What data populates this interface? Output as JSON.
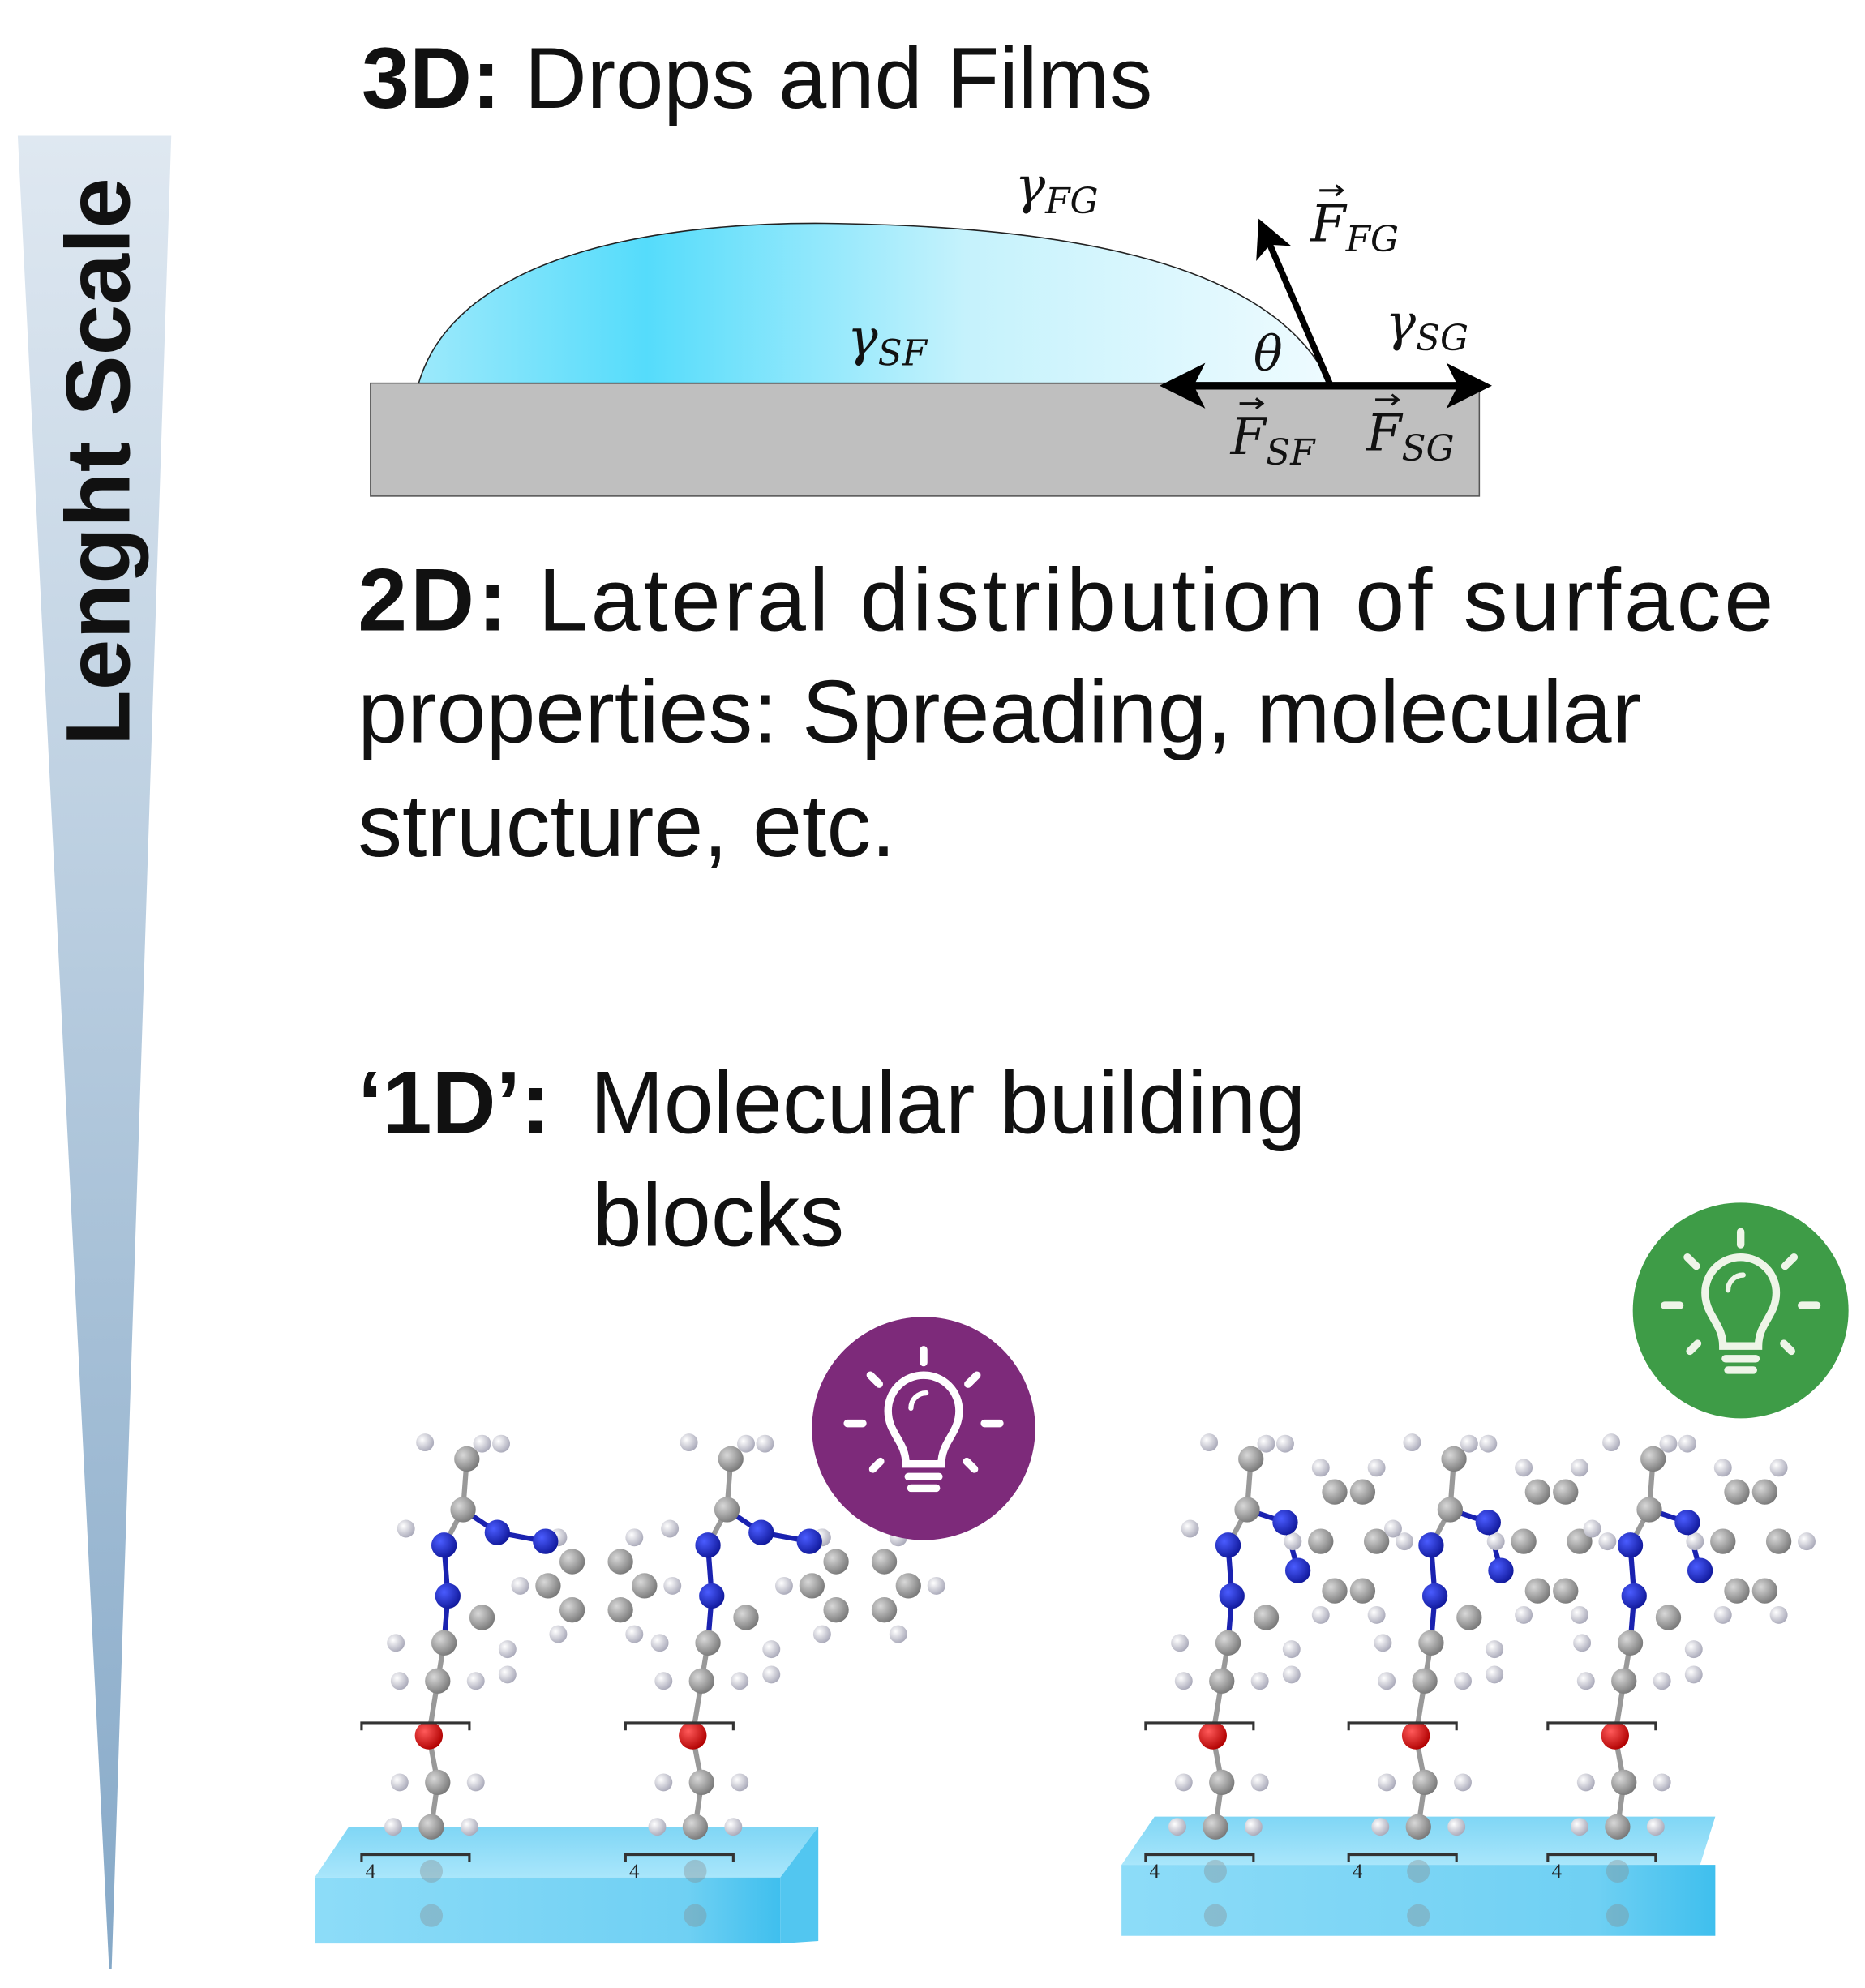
{
  "length_scale": {
    "label": "Lenght Scale"
  },
  "section_3d": {
    "prefix": "3D:",
    "title": "Drops and Films"
  },
  "drop_diagram": {
    "gamma_fg": {
      "symbol": "γ",
      "sub": "FG"
    },
    "gamma_sf": {
      "symbol": "γ",
      "sub": "SF"
    },
    "gamma_sg": {
      "symbol": "γ",
      "sub": "SG"
    },
    "theta": "θ",
    "force_fg": {
      "symbol": "F",
      "sub": "FG"
    },
    "force_sf": {
      "symbol": "F",
      "sub": "SF"
    },
    "force_sg": {
      "symbol": "F",
      "sub": "SG"
    },
    "colors": {
      "substrate": "#bfbfbf",
      "drop_dark": "#55dcfb",
      "drop_light": "#eefbff"
    }
  },
  "section_2d": {
    "prefix": "2D:",
    "lines": [
      "Lateral distribution of surface",
      "properties: Spreading, molecular",
      "structure, etc."
    ]
  },
  "section_1d": {
    "prefix": "‘1D’:",
    "lines": [
      "Molecular building",
      "blocks"
    ]
  },
  "molecules": {
    "bracket_label": "4",
    "left_panel": {
      "state": "off",
      "icon": "lightbulb-icon",
      "color": "#7d2a7a"
    },
    "right_panel": {
      "state": "on",
      "icon": "lightbulb-icon",
      "color": "#3e9c47"
    }
  }
}
